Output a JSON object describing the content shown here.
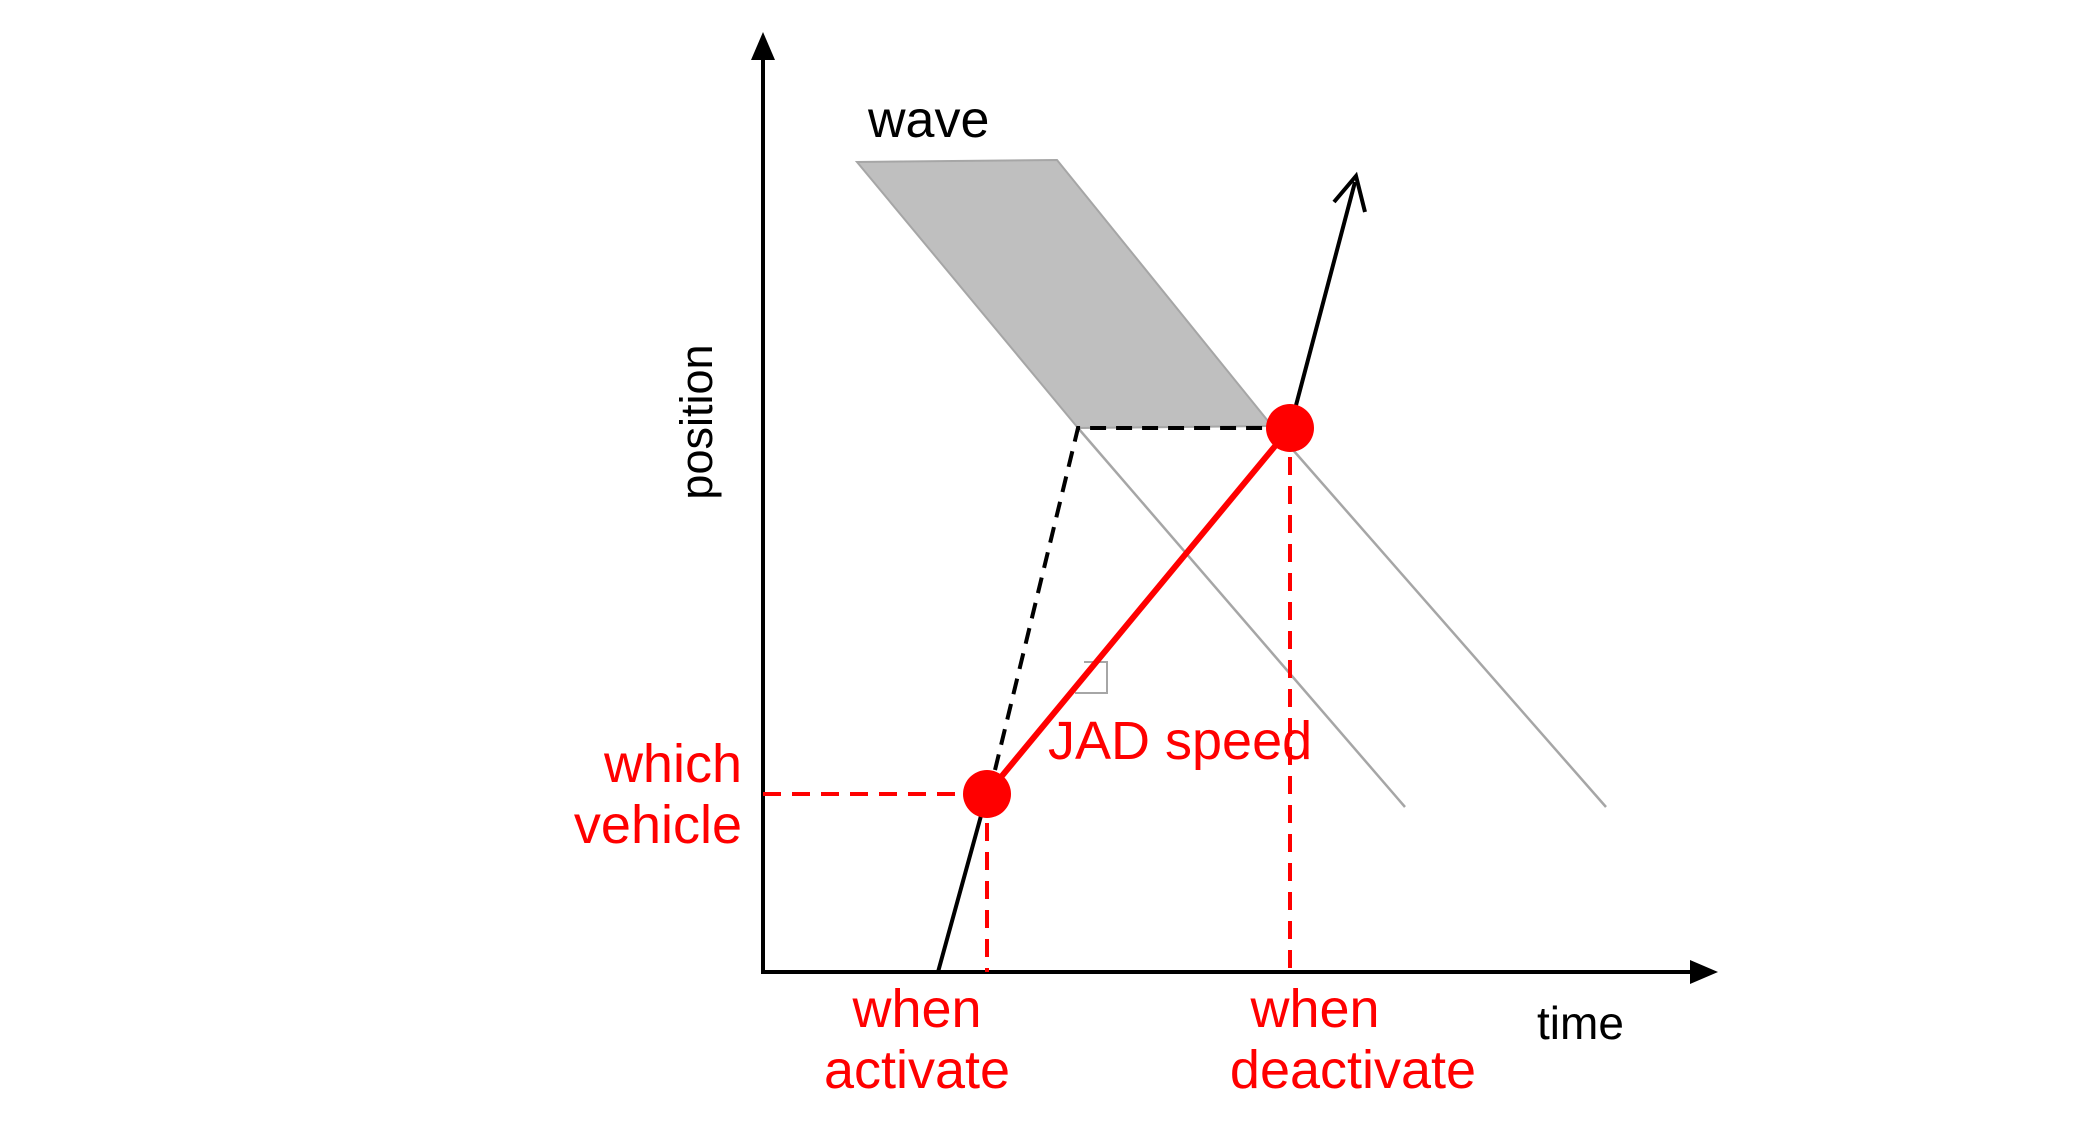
{
  "labels": {
    "y_axis": "position",
    "x_axis": "time",
    "wave": "wave",
    "jad_speed": "JAD speed",
    "which_vehicle": [
      "which",
      "vehicle"
    ],
    "when_activate": [
      "when",
      "activate"
    ],
    "when_deactivate": [
      "when",
      "deactivate"
    ]
  },
  "colors": {
    "axis": "#000000",
    "highlight": "#ff0000",
    "wave_fill": "#bfbfbf",
    "wave_edge": "#a6a6a6",
    "trajectory": "#000000"
  }
}
